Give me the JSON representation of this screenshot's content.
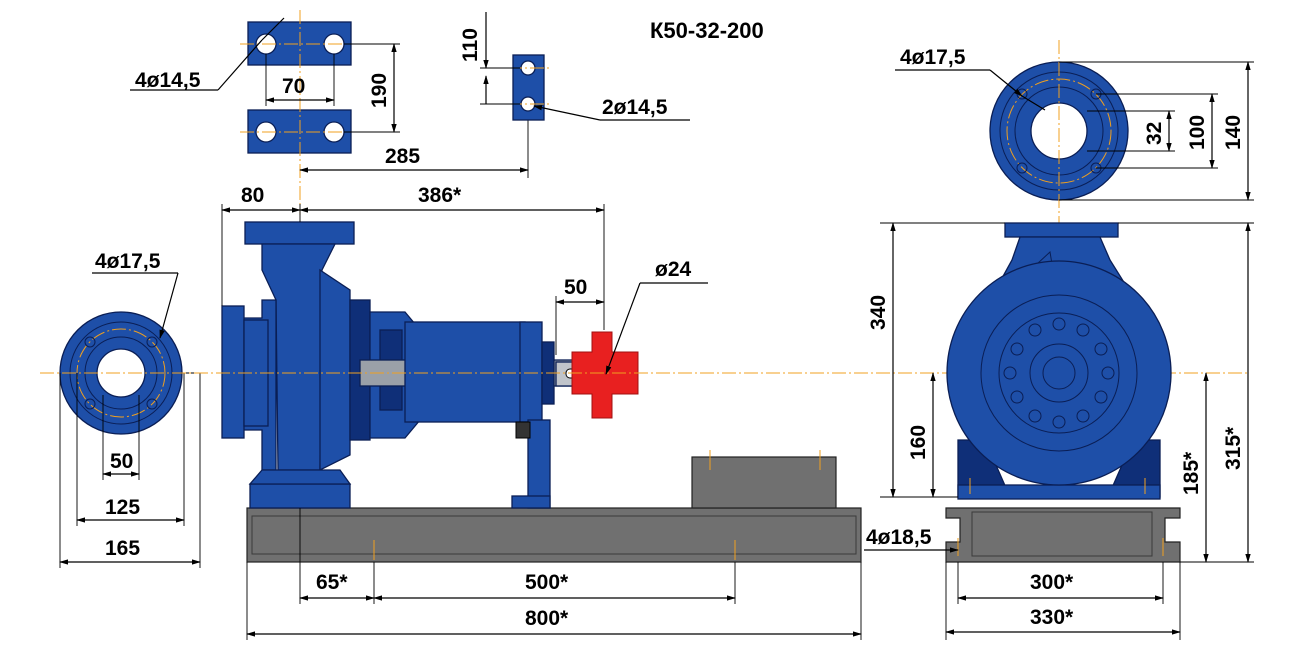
{
  "title": "К50-32-200",
  "colors": {
    "pump_blue": "#1e4fa8",
    "pump_dark": "#0f2f78",
    "pump_light": "#3a6fd0",
    "base_gray": "#707070",
    "coupling_red": "#e82020",
    "center_line": "#f0a020"
  },
  "dims": {
    "foot_holes": "4ø14,5",
    "foot_spacing": "70",
    "foot_height": "190",
    "foot_to_bracket": "285",
    "bracket_height": "110",
    "bracket_holes": "2ø14,5",
    "inlet_holes": "4ø17,5",
    "inlet_d1": "50",
    "inlet_d2": "125",
    "inlet_d3": "165",
    "outlet_holes": "4ø17,5",
    "outlet_d1": "32",
    "outlet_d2": "100",
    "outlet_d3": "140",
    "flange_offset": "80",
    "shaft_length": "386*",
    "shaft_end": "50",
    "shaft_dia": "ø24",
    "frame_holes": "4ø18,5",
    "hole_offset": "65*",
    "hole_spacing": "500*",
    "frame_length": "800*",
    "axis_height": "160",
    "pump_height": "340",
    "axis_height_total": "185*",
    "total_height": "315*",
    "frame_hole_spacing": "300*",
    "frame_width": "330*"
  }
}
